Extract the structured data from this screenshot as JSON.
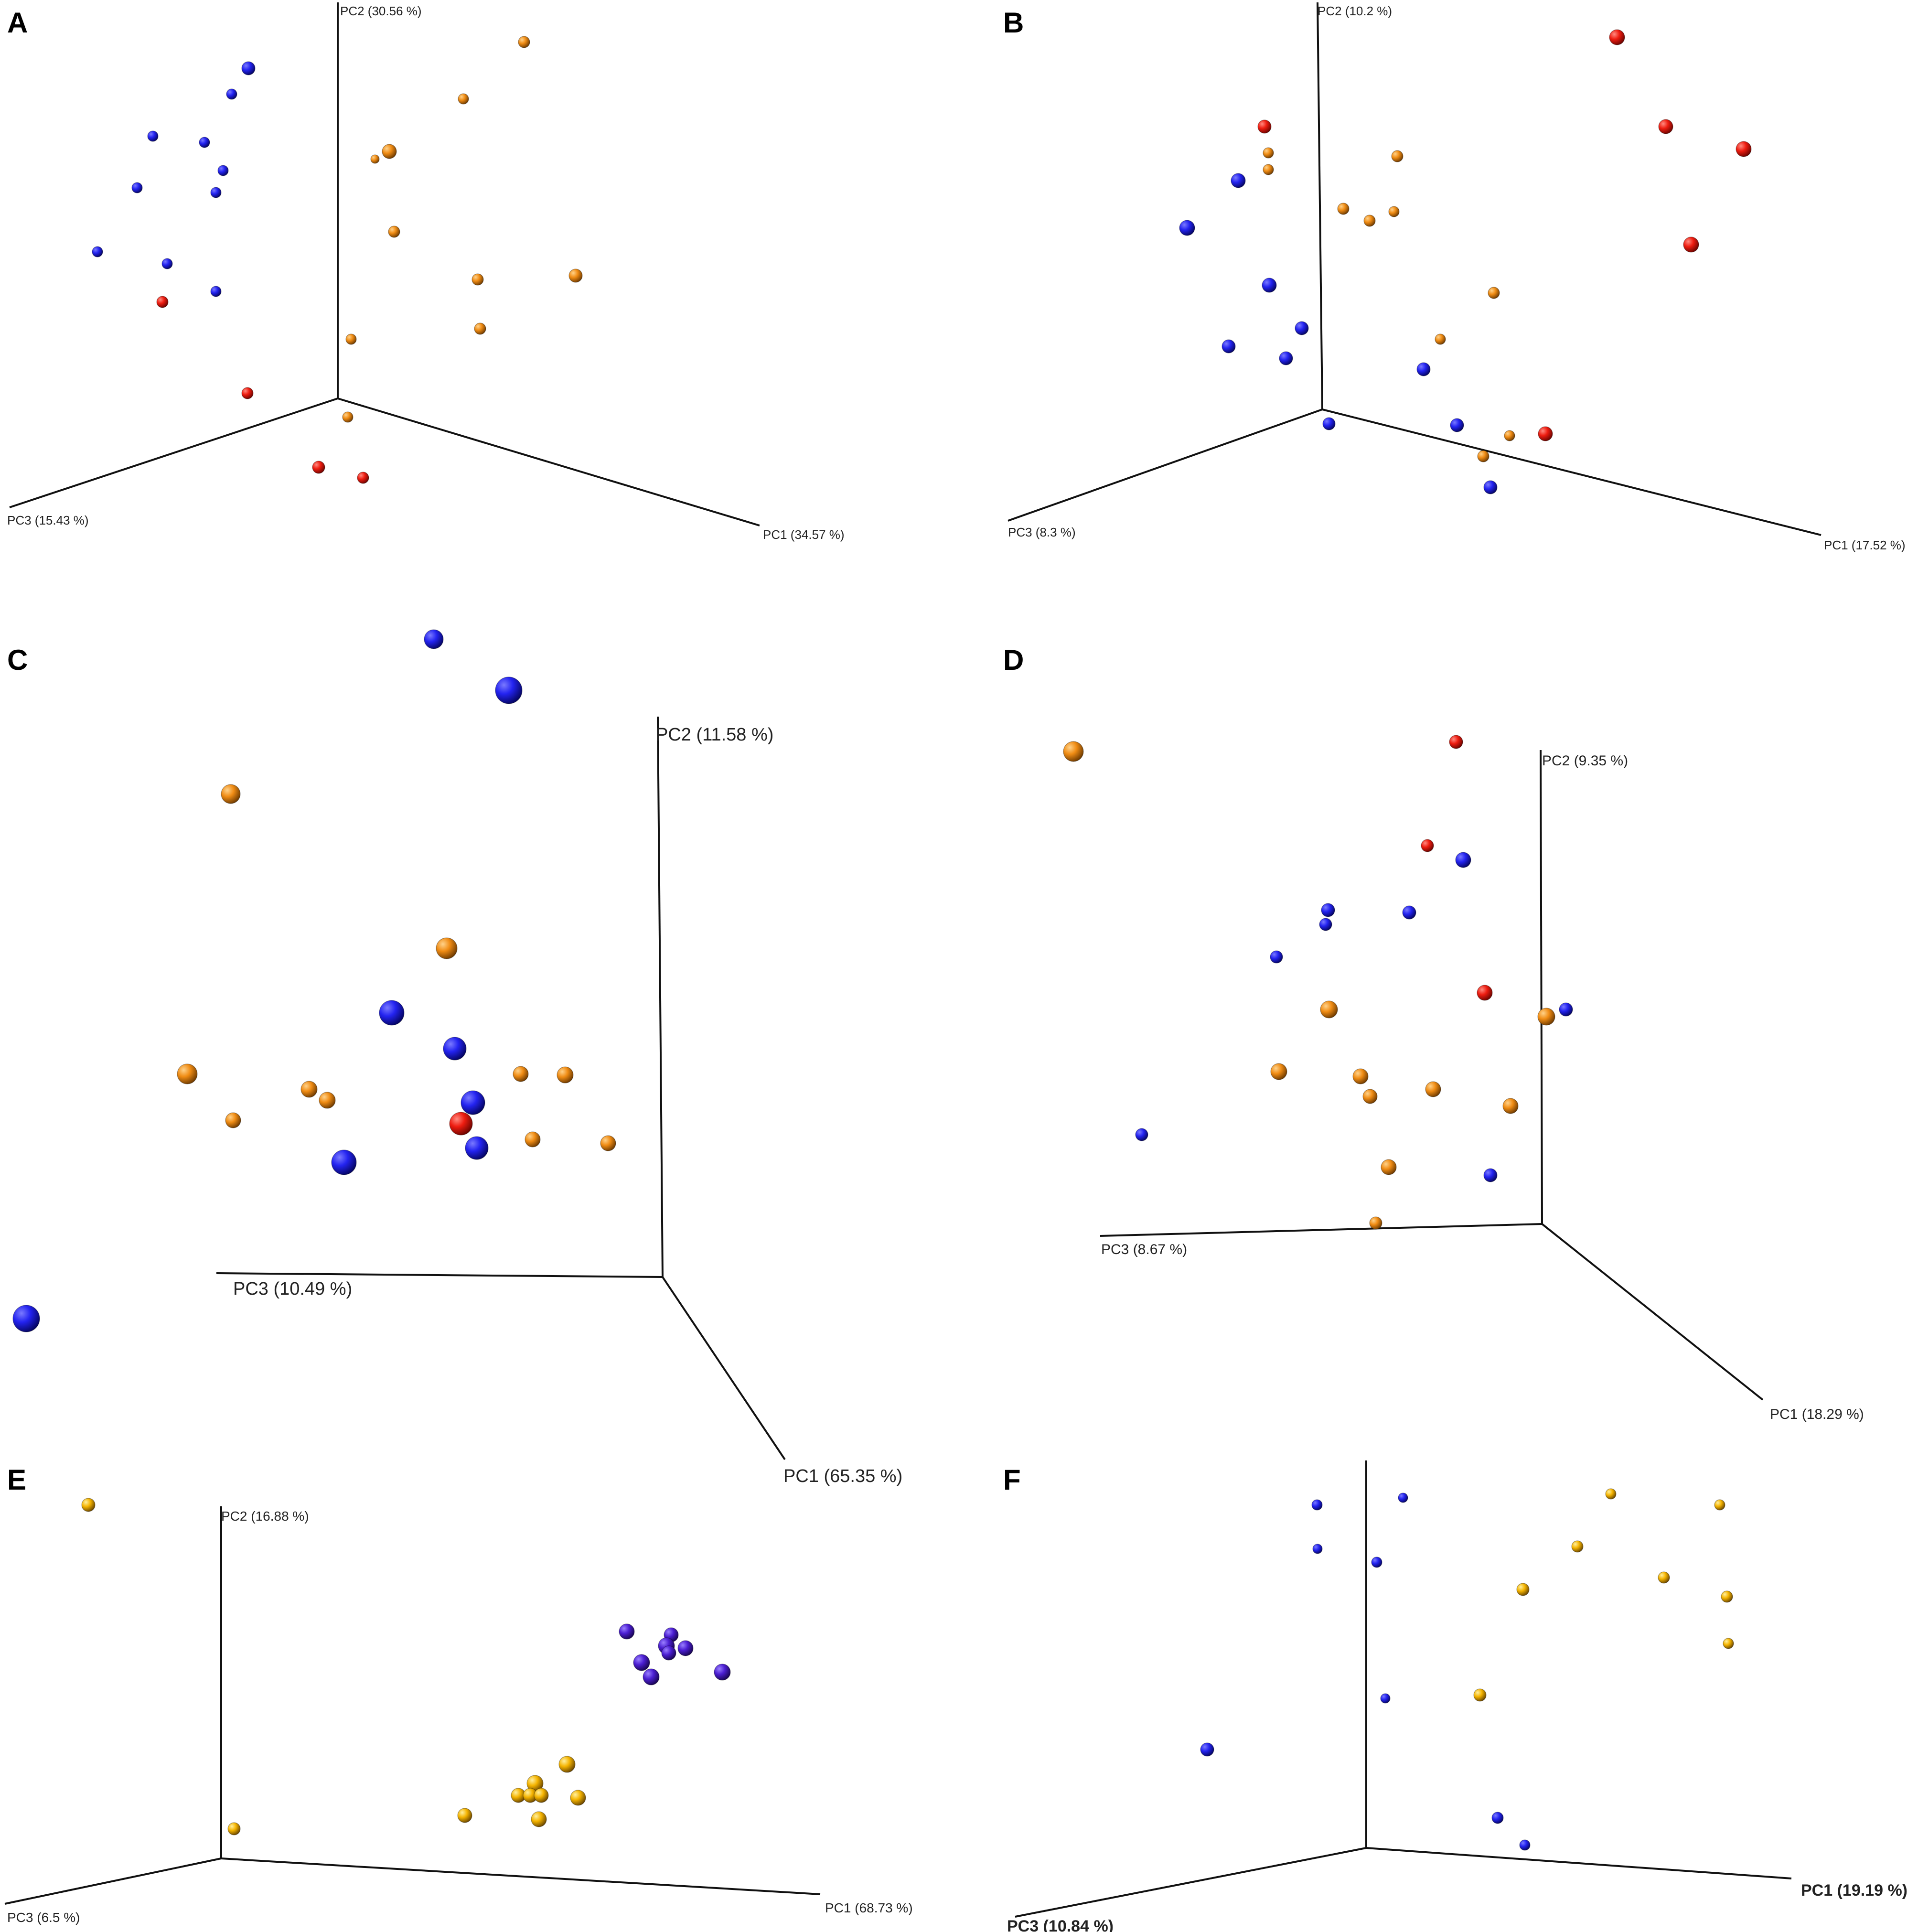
{
  "figure": {
    "panel_count": 6
  },
  "colors": {
    "blue": "#1f1fe6",
    "orange": "#f08c14",
    "red": "#ee1c10",
    "purple": "#4b1ed2",
    "gold": "#f5b400",
    "axis": "#111111"
  },
  "chart_data": [
    {
      "panel": "A",
      "type": "scatter",
      "axes": {
        "x": "PC1 (34.57 %)",
        "y": "PC2 (30.56 %)",
        "z": "PC3 (15.43 %)"
      },
      "series": [
        {
          "color": "blue",
          "points": [
            [
              520,
              143,
              14
            ],
            [
              485,
              197,
              11
            ],
            [
              320,
              285,
              11
            ],
            [
              428,
              298,
              11
            ],
            [
              467,
              357,
              11
            ],
            [
              287,
              393,
              11
            ],
            [
              452,
              403,
              11
            ],
            [
              204,
              527,
              11
            ],
            [
              350,
              552,
              11
            ],
            [
              452,
              610,
              11
            ]
          ]
        },
        {
          "color": "orange",
          "points": [
            [
              1097,
              88,
              12
            ],
            [
              970,
              207,
              11
            ],
            [
              815,
              317,
              15
            ],
            [
              785,
              333,
              9
            ],
            [
              825,
              485,
              12
            ],
            [
              1205,
              577,
              14
            ],
            [
              1000,
              585,
              12
            ],
            [
              1005,
              688,
              12
            ],
            [
              735,
              710,
              11
            ],
            [
              728,
              873,
              11
            ]
          ]
        },
        {
          "color": "red",
          "points": [
            [
              340,
              632,
              12
            ],
            [
              518,
              823,
              12
            ],
            [
              667,
              978,
              13
            ],
            [
              760,
              1000,
              12
            ]
          ]
        }
      ]
    },
    {
      "panel": "B",
      "type": "scatter",
      "axes": {
        "x": "PC1 (17.52 %)",
        "y": "PC2 (10.2 %)",
        "z": "PC3 (8.3 %)"
      },
      "series": [
        {
          "color": "blue",
          "points": [
            [
              2592,
              378,
              15
            ],
            [
              2485,
              477,
              16
            ],
            [
              2657,
              597,
              15
            ],
            [
              2725,
              687,
              14
            ],
            [
              2572,
              725,
              14
            ],
            [
              2692,
              750,
              14
            ],
            [
              2980,
              773,
              14
            ],
            [
              2782,
              887,
              13
            ],
            [
              3050,
              890,
              14
            ],
            [
              3120,
              1020,
              14
            ]
          ]
        },
        {
          "color": "orange",
          "points": [
            [
              2655,
              320,
              11
            ],
            [
              2655,
              355,
              11
            ],
            [
              2925,
              327,
              12
            ],
            [
              2812,
              437,
              12
            ],
            [
              2867,
              462,
              12
            ],
            [
              2918,
              443,
              11
            ],
            [
              3127,
              613,
              12
            ],
            [
              3015,
              710,
              11
            ],
            [
              3160,
              912,
              11
            ],
            [
              3105,
              955,
              12
            ]
          ]
        },
        {
          "color": "red",
          "points": [
            [
              2647,
              265,
              14
            ],
            [
              3385,
              78,
              16
            ],
            [
              3487,
              265,
              15
            ],
            [
              3650,
              312,
              16
            ],
            [
              3540,
              512,
              16
            ],
            [
              3235,
              908,
              15
            ]
          ]
        }
      ]
    },
    {
      "panel": "C",
      "type": "scatter",
      "axes": {
        "x": "PC1 (65.35 %)",
        "y": "PC2 (11.58 %)",
        "z": "PC3 (10.49 %)"
      },
      "series": [
        {
          "color": "blue",
          "points": [
            [
              908,
              1338,
              20
            ],
            [
              1065,
              1445,
              28
            ],
            [
              820,
              2120,
              26
            ],
            [
              952,
              2195,
              24
            ],
            [
              990,
              2308,
              25
            ],
            [
              998,
              2403,
              24
            ],
            [
              720,
              2433,
              26
            ],
            [
              55,
              2760,
              28
            ]
          ]
        },
        {
          "color": "orange",
          "points": [
            [
              483,
              1662,
              20
            ],
            [
              935,
              1985,
              22
            ],
            [
              392,
              2248,
              21
            ],
            [
              647,
              2280,
              17
            ],
            [
              685,
              2303,
              17
            ],
            [
              1090,
              2248,
              16
            ],
            [
              1183,
              2250,
              17
            ],
            [
              488,
              2345,
              16
            ],
            [
              1115,
              2385,
              16
            ],
            [
              1273,
              2393,
              16
            ]
          ]
        },
        {
          "color": "red",
          "points": [
            [
              965,
              2352,
              24
            ]
          ]
        }
      ]
    },
    {
      "panel": "D",
      "type": "scatter",
      "axes": {
        "x": "PC1 (18.29 %)",
        "y": "PC2 (9.35 %)",
        "z": "PC3 (8.67 %)"
      },
      "series": [
        {
          "color": "blue",
          "points": [
            [
              3063,
              1800,
              16
            ],
            [
              2780,
              1905,
              14
            ],
            [
              2775,
              1935,
              13
            ],
            [
              2950,
              1910,
              14
            ],
            [
              2672,
              2003,
              13
            ],
            [
              3278,
              2113,
              14
            ],
            [
              2390,
              2375,
              13
            ],
            [
              3120,
              2460,
              14
            ]
          ]
        },
        {
          "color": "orange",
          "points": [
            [
              2247,
              1573,
              21
            ],
            [
              2782,
              2113,
              18
            ],
            [
              3237,
              2128,
              18
            ],
            [
              2677,
              2243,
              17
            ],
            [
              2848,
              2253,
              16
            ],
            [
              2868,
              2295,
              15
            ],
            [
              3000,
              2280,
              16
            ],
            [
              3162,
              2315,
              16
            ],
            [
              2907,
              2443,
              16
            ],
            [
              2880,
              2560,
              13
            ]
          ]
        },
        {
          "color": "red",
          "points": [
            [
              3048,
              1553,
              14
            ],
            [
              2988,
              1770,
              13
            ],
            [
              3108,
              2078,
              16
            ]
          ]
        }
      ]
    },
    {
      "panel": "E",
      "type": "scatter",
      "axes": {
        "x": "PC1 (68.73 %)",
        "y": "PC2 (16.88 %)",
        "z": "PC3 (6.5 %)"
      },
      "series": [
        {
          "color": "purple",
          "points": [
            [
              1312,
              3415,
              16
            ],
            [
              1405,
              3422,
              15
            ],
            [
              1395,
              3445,
              17
            ],
            [
              1435,
              3450,
              16
            ],
            [
              1400,
              3460,
              15
            ],
            [
              1343,
              3480,
              17
            ],
            [
              1363,
              3510,
              17
            ],
            [
              1512,
              3500,
              17
            ]
          ]
        },
        {
          "color": "gold",
          "points": [
            [
              185,
              3150,
              14
            ],
            [
              1187,
              3693,
              17
            ],
            [
              1120,
              3733,
              17
            ],
            [
              1085,
              3758,
              15
            ],
            [
              1110,
              3758,
              15
            ],
            [
              1133,
              3758,
              15
            ],
            [
              1210,
              3763,
              16
            ],
            [
              973,
              3800,
              15
            ],
            [
              1128,
              3808,
              16
            ],
            [
              490,
              3828,
              13
            ]
          ]
        }
      ]
    },
    {
      "panel": "F",
      "type": "scatter",
      "axes": {
        "x": "PC1 (19.19 %)",
        "y": "",
        "z": "PC3 (10.84 %)"
      },
      "series": [
        {
          "color": "blue",
          "points": [
            [
              2757,
              3150,
              11
            ],
            [
              2937,
              3135,
              10
            ],
            [
              2758,
              3242,
              10
            ],
            [
              2882,
              3270,
              11
            ],
            [
              2900,
              3555,
              10
            ],
            [
              2527,
              3662,
              14
            ],
            [
              3135,
              3805,
              12
            ],
            [
              3192,
              3862,
              11
            ]
          ]
        },
        {
          "color": "gold",
          "points": [
            [
              3372,
              3127,
              11
            ],
            [
              3600,
              3150,
              11
            ],
            [
              3302,
              3237,
              12
            ],
            [
              3483,
              3302,
              12
            ],
            [
              3188,
              3327,
              13
            ],
            [
              3615,
              3342,
              12
            ],
            [
              3618,
              3440,
              11
            ],
            [
              3098,
              3548,
              13
            ]
          ]
        }
      ]
    }
  ]
}
